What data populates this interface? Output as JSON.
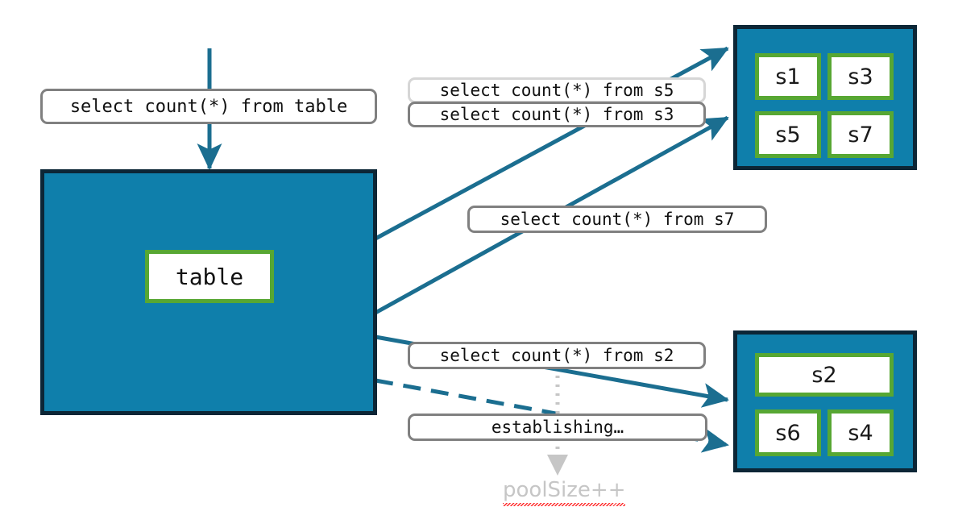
{
  "diagram": {
    "title": "connection pool query routing diagram",
    "colors": {
      "block_fill": "#0f7fab",
      "block_border": "#0c2636",
      "node_border": "#57a733",
      "arrow": "#1b6e90",
      "pill_border": "#808080",
      "pill_border_light": "#d6d6d6",
      "muted_text": "#c6c6c6",
      "spellcheck": "#ff2b2b"
    }
  },
  "source": {
    "entry_label": "select count(*) from table",
    "block_name": "table-block",
    "node_label": "table"
  },
  "labels": {
    "s5": "select count(*) from s5",
    "s3": "select count(*) from s3",
    "s7": "select count(*) from s7",
    "s2": "select count(*) from s2",
    "establishing": "establishing…",
    "pool": "poolSize++"
  },
  "server_groups": [
    {
      "name": "upper-server-group",
      "nodes": [
        "s1",
        "s3",
        "s5",
        "s7"
      ]
    },
    {
      "name": "lower-server-group",
      "nodes": [
        "s2",
        "s6",
        "s4"
      ]
    }
  ],
  "nodes": {
    "s1": "s1",
    "s3": "s3",
    "s5": "s5",
    "s7": "s7",
    "s2": "s2",
    "s6": "s6",
    "s4": "s4"
  },
  "edges": [
    {
      "name": "entry-arrow",
      "style": "solid",
      "from": "query-entry",
      "to": "table-block"
    },
    {
      "name": "arrow-to-s5",
      "style": "solid",
      "from": "table-block",
      "to": "upper-server-group"
    },
    {
      "name": "arrow-to-s7",
      "style": "solid",
      "from": "table-block",
      "to": "upper-server-group"
    },
    {
      "name": "arrow-to-s2",
      "style": "solid",
      "from": "table-block",
      "to": "lower-server-group"
    },
    {
      "name": "arrow-establish",
      "style": "dashed",
      "from": "table-block",
      "to": "lower-server-group"
    },
    {
      "name": "arrow-poolsize",
      "style": "dotted",
      "from": "establishing-label",
      "to": "poolsize-text"
    }
  ]
}
